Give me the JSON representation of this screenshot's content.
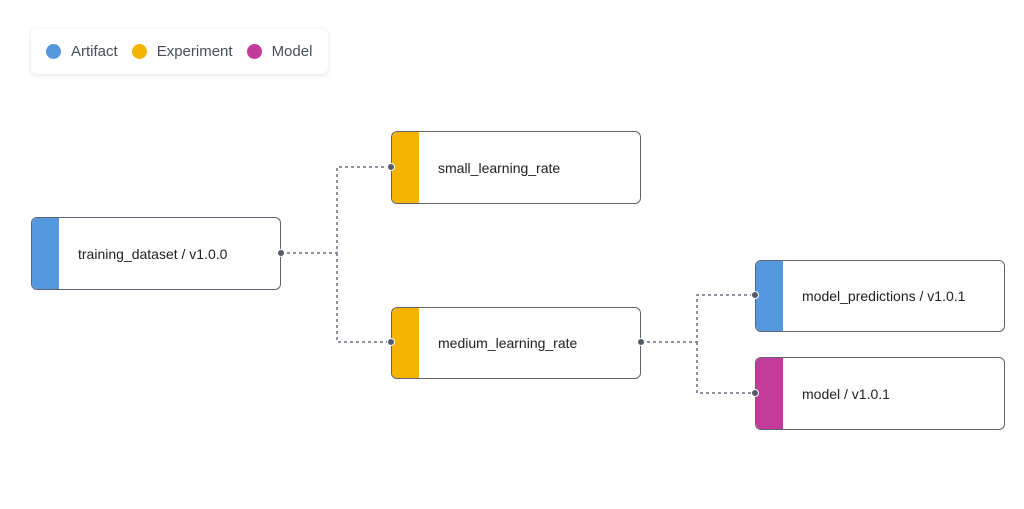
{
  "legend": {
    "items": [
      {
        "label": "Artifact",
        "color": "#5499dd"
      },
      {
        "label": "Experiment",
        "color": "#f4b400"
      },
      {
        "label": "Model",
        "color": "#c23b9b"
      }
    ]
  },
  "nodes": [
    {
      "label": "training_dataset / v1.0.0",
      "type": "Artifact"
    },
    {
      "label": "small_learning_rate",
      "type": "Experiment"
    },
    {
      "label": "medium_learning_rate",
      "type": "Experiment"
    },
    {
      "label": "model_predictions / v1.0.1",
      "type": "Artifact"
    },
    {
      "label": "model / v1.0.1",
      "type": "Model"
    }
  ]
}
